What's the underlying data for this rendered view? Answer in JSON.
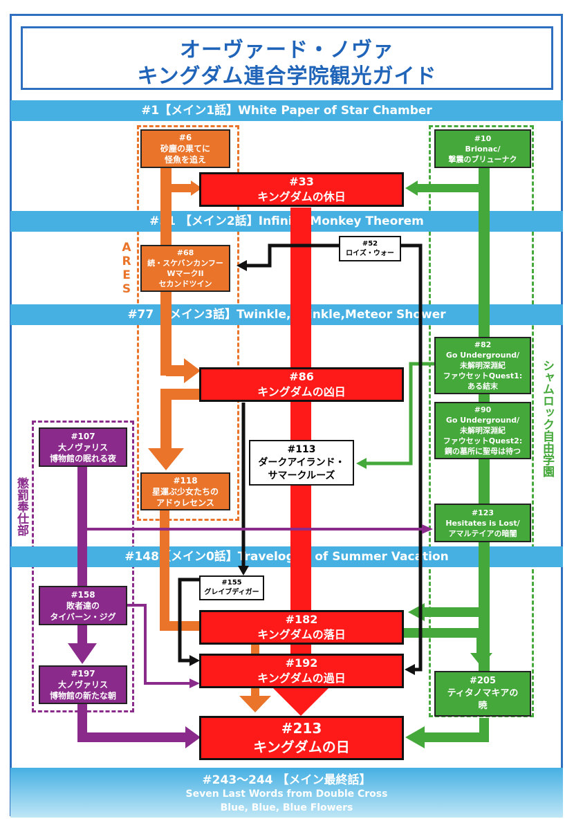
{
  "title": {
    "line1": "オーヴァード・ノヴァ",
    "line2": "キングダム連合学院観光ガイド"
  },
  "bands": {
    "ep1": "#1【メイン1話】White Paper of Star Chamber",
    "ep51": "#51 【メイン2話】Infinite Monkey Theorem",
    "ep77": "#77 【メイン3話】Twinkle,Twinkle,Meteor Shower",
    "ep148": "#148【メイン0話】Travelogue of Summer Vacation"
  },
  "final_band": {
    "line1": "#243～244 【メイン最終話】",
    "line2": "Seven Last Words from Double Cross",
    "line3": "Blue, Blue, Blue Flowers"
  },
  "groups": {
    "ares": "ARES",
    "shamrock": "シャムロック自由学園",
    "punishment": "懲罰奉仕部"
  },
  "nodes": {
    "n6": {
      "num": "#6",
      "l1": "砂塵の果てに",
      "l2": "怪魚を追え"
    },
    "n10": {
      "num": "#10",
      "l1": "Brionac/",
      "l2": "撃震のブリューナク"
    },
    "n33": {
      "num": "#33",
      "l1": "キングダムの休日"
    },
    "n52": {
      "num": "#52",
      "l1": "ロイズ・ウォー"
    },
    "n68": {
      "num": "#68",
      "l1": "続・スケバンカンフー",
      "l2": "WマークII",
      "l3": "セカンドツイン"
    },
    "n82": {
      "num": "#82",
      "l1": "Go Underground/",
      "l2": "未解明深淵紀",
      "l3": "ファウセットQuest1:",
      "l4": "ある結末"
    },
    "n86": {
      "num": "#86",
      "l1": "キングダムの凶日"
    },
    "n90": {
      "num": "#90",
      "l1": "Go Underground/",
      "l2": "未解明深淵紀",
      "l3": "ファウセットQuest2:",
      "l4": "鋼の墓所に聖母は待つ"
    },
    "n107": {
      "num": "#107",
      "l1": "大ノヴァリス",
      "l2": "博物館の眠れる夜"
    },
    "n113": {
      "num": "#113",
      "l1": "ダークアイランド・",
      "l2": "サマークルーズ"
    },
    "n118": {
      "num": "#118",
      "l1": "星運ぶ少女たちの",
      "l2": "アドゥレセンス"
    },
    "n123": {
      "num": "#123",
      "l1": "Hesitates is Lost/",
      "l2": "アマルテイアの暗闇"
    },
    "n155": {
      "num": "#155",
      "l1": "グレイブディガー"
    },
    "n158": {
      "num": "#158",
      "l1": "敗者達の",
      "l2": "タイバーン・ジグ"
    },
    "n182": {
      "num": "#182",
      "l1": "キングダムの落日"
    },
    "n192": {
      "num": "#192",
      "l1": "キングダムの過日"
    },
    "n197": {
      "num": "#197",
      "l1": "大ノヴァリス",
      "l2": "博物館の新たな朝"
    },
    "n205": {
      "num": "#205",
      "l1": "ティタノマキアの",
      "l2": "暁"
    },
    "n213": {
      "num": "#213",
      "l1": "キングダムの日"
    }
  },
  "colors": {
    "frame": "#2e6fc0",
    "band": "#46b0e3",
    "red": "#ff1a1a",
    "orange": "#e9742a",
    "green": "#45a83a",
    "purple": "#8a2b8c",
    "black": "#111111"
  }
}
